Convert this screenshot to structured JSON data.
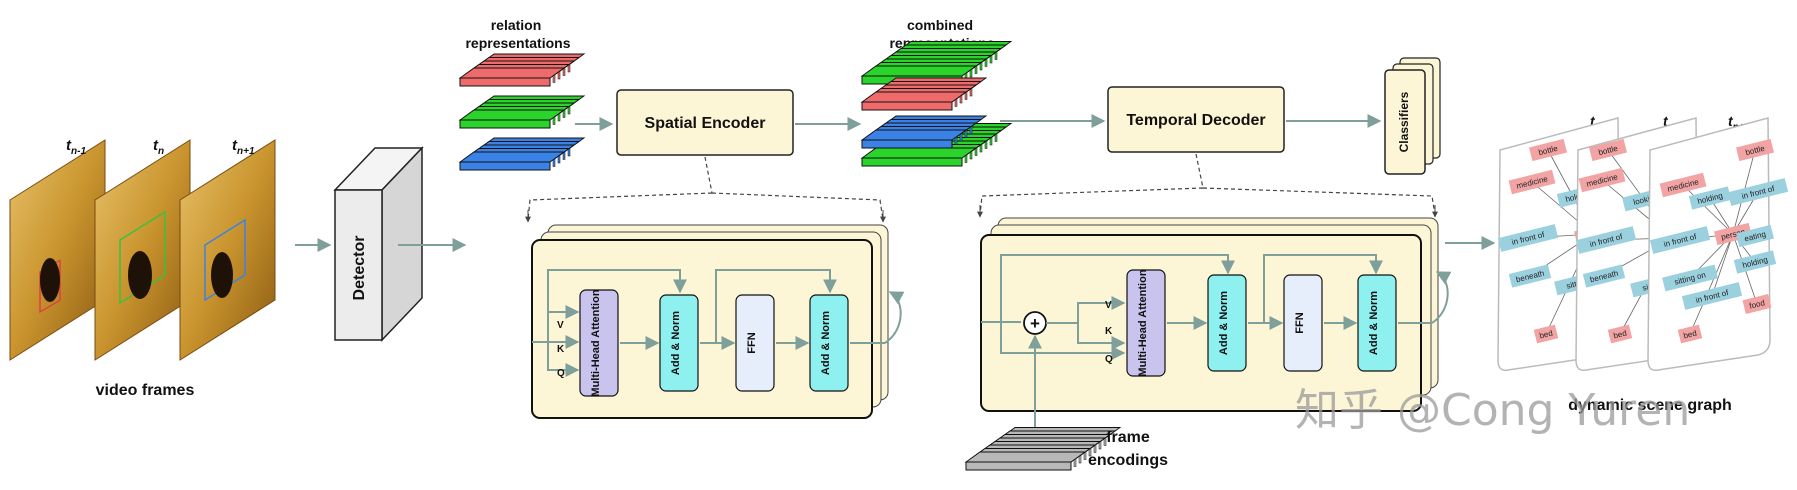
{
  "labels": {
    "video_frames": "video frames",
    "relation_1": "relation",
    "relation_2": "representations",
    "combined_1": "combined",
    "combined_2": "representations",
    "detector": "Detector",
    "spatial_encoder": "Spatial Encoder",
    "temporal_decoder": "Temporal Decoder",
    "classifiers": "Classifiers",
    "frame_1": "frame",
    "frame_2": "encodings",
    "dynamic_scene_graph": "dynamic scene graph"
  },
  "frames": {
    "t_prev": {
      "base": "t",
      "sub": "n-1"
    },
    "t_cur": {
      "base": "t",
      "sub": "n"
    },
    "t_next": {
      "base": "t",
      "sub": "n+1"
    }
  },
  "encoder": {
    "mha": "Multi-Head Attention",
    "add_norm": "Add & Norm",
    "ffn": "FFN",
    "v": "V",
    "k": "K",
    "q": "Q"
  },
  "decoder": {
    "plus": "+",
    "mha": "Multi-Head Attention",
    "add_norm": "Add & Norm",
    "ffn": "FFN",
    "v": "V",
    "k": "K",
    "q": "Q"
  },
  "graph_nodes": {
    "bottle": "bottle",
    "medicine": "medicine",
    "holding": "holding",
    "in_front_of": "in front of",
    "person": "person",
    "beneath": "beneath",
    "sitting_on": "sitting on",
    "bed": "bed",
    "looking_at": "looking at",
    "eating": "eating",
    "food": "food"
  },
  "watermark": "知乎 @Cong Yuren",
  "colors": {
    "red_layer": "#ef6b6b",
    "green_layer": "#2bd42b",
    "blue_layer": "#3b82e6",
    "box_fill": "#fdf6d6",
    "mha_fill": "#c9c4ee",
    "addnorm_fill": "#8ff0f0",
    "ffn_fill": "#e6eefb",
    "arrow": "#7f9f9a",
    "node_red": "#f2a4a4",
    "node_blue": "#9bd0de"
  }
}
